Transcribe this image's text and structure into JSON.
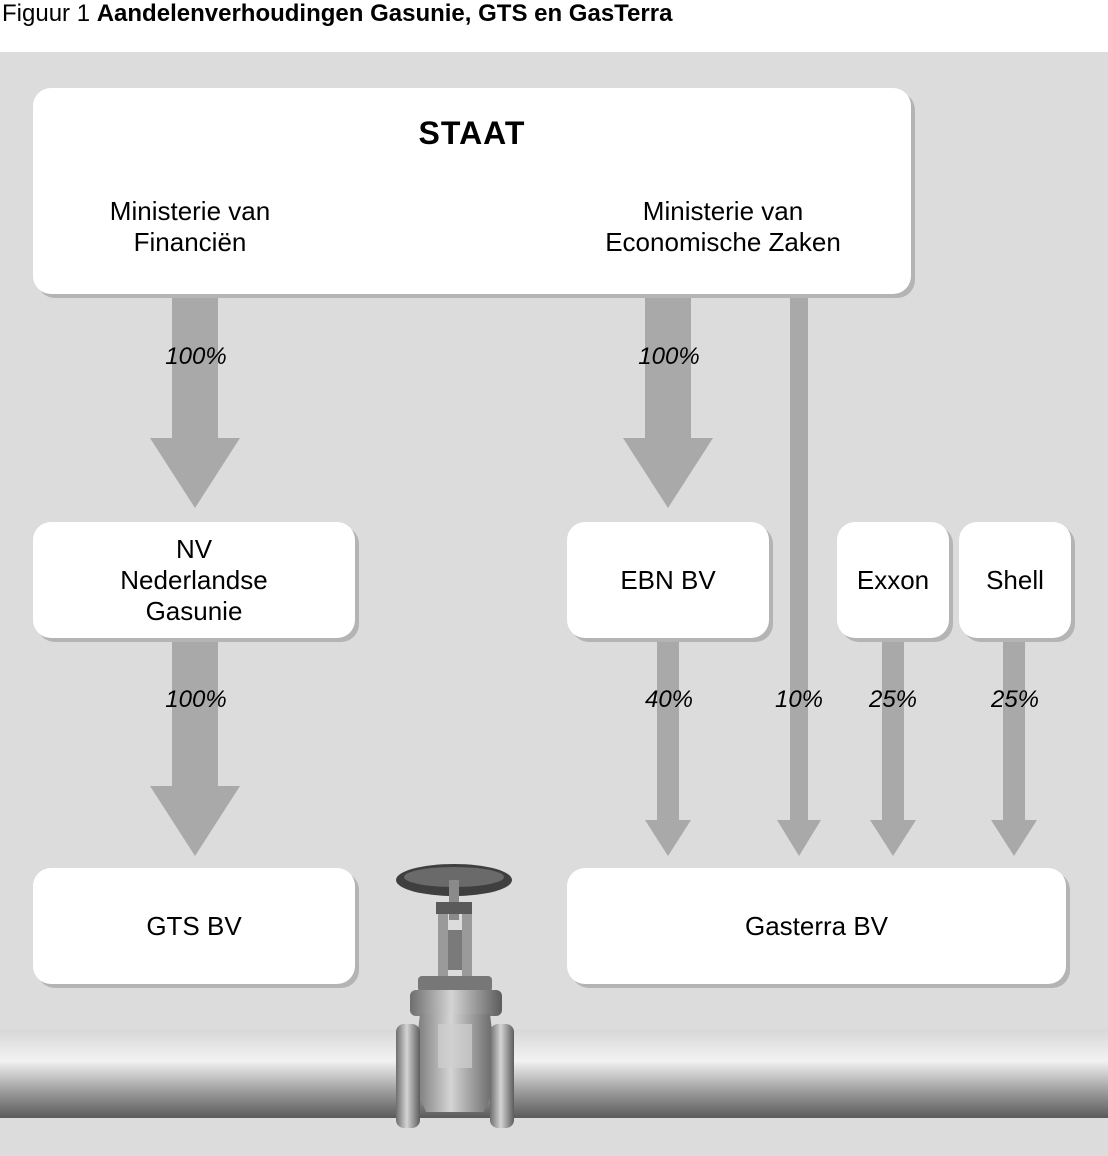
{
  "caption": {
    "prefix": "Figuur 1",
    "title": "Aandelenverhoudingen Gasunie, GTS en GasTerra"
  },
  "colors": {
    "panel": "#dcdcdc",
    "box": "#ffffff",
    "arrow": "#a9a9a9",
    "pipe": "#b8b8b8"
  },
  "staat": {
    "title": "STAAT",
    "ministry_left": [
      "Ministerie van",
      "Financiën"
    ],
    "ministry_right": [
      "Ministerie van",
      "Economische Zaken"
    ]
  },
  "entities": {
    "gasunie": [
      "NV",
      "Nederlandse",
      "Gasunie"
    ],
    "ebn": "EBN BV",
    "exxon": "Exxon",
    "shell": "Shell",
    "gts": "GTS BV",
    "gasterra": "Gasterra BV"
  },
  "shares": {
    "fin_to_gasunie": "100%",
    "ez_to_ebn": "100%",
    "gasunie_to_gts": "100%",
    "ebn_to_gasterra": "40%",
    "staat_to_gasterra": "10%",
    "exxon_to_gasterra": "25%",
    "shell_to_gasterra": "25%"
  },
  "illustration": {
    "pipe": "pipe-icon",
    "valve": "gate-valve-icon"
  }
}
